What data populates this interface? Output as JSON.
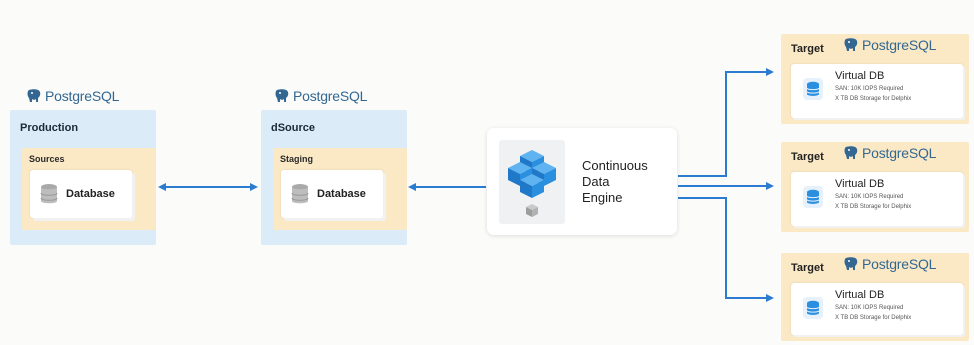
{
  "logo": {
    "text": "PostgreSQL"
  },
  "production": {
    "title": "Production",
    "group_label": "Sources",
    "db_label": "Database"
  },
  "dsource": {
    "title": "dSource",
    "group_label": "Staging",
    "db_label": "Database"
  },
  "engine": {
    "label_line1": "Continuous",
    "label_line2": "Data",
    "label_line3": "Engine"
  },
  "targets": [
    {
      "title": "Target",
      "vdb_title": "Virtual DB",
      "line1": "SAN: 10K IOPS Required",
      "line2": "X TB DB Storage for Delphix"
    },
    {
      "title": "Target",
      "vdb_title": "Virtual DB",
      "line1": "SAN: 10K IOPS Required",
      "line2": "X TB DB Storage for Delphix"
    },
    {
      "title": "Target",
      "vdb_title": "Virtual DB",
      "line1": "SAN: 10K IOPS Required",
      "line2": "X TB DB Storage for Delphix"
    }
  ],
  "colors": {
    "arrow": "#2b7bd1",
    "env_panel": "#dcebf8",
    "group_panel": "#fbe9c6",
    "postgres_blue": "#336791",
    "engine_blue": "#2b8fe0"
  },
  "icons": {
    "postgres": "elephant-logo",
    "database": "database-cylinder-icon",
    "engine": "cube-cluster-icon",
    "virtual_db": "virtual-database-icon"
  }
}
